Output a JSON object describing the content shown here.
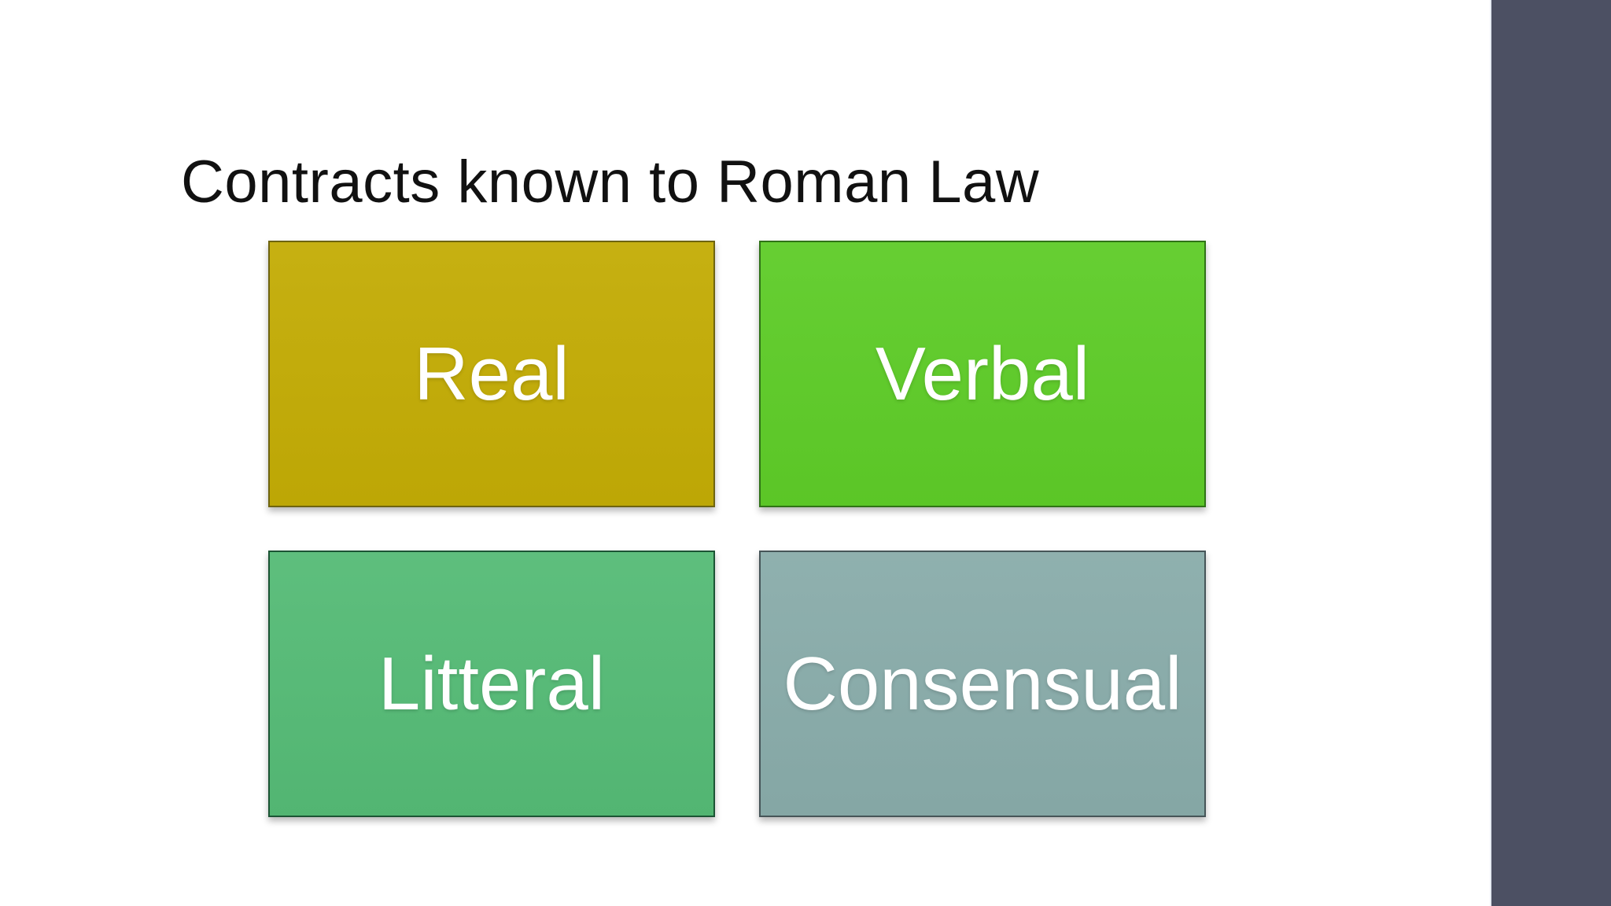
{
  "slide": {
    "title": "Contracts known to Roman Law",
    "title_color": "#111111",
    "background_color": "#FFFFFF",
    "boxes": [
      {
        "label": "Real",
        "fill": "#C3AC05",
        "border": "#6E640F",
        "text_color": "#FFFFFF"
      },
      {
        "label": "Verbal",
        "fill": "#5ECC28",
        "border": "#2F7316",
        "text_color": "#FFFFFF"
      },
      {
        "label": "Litteral",
        "fill": "#55BB76",
        "border": "#1B5434",
        "text_color": "#FFFFFF"
      },
      {
        "label": "Consensual",
        "fill": "#89ACAA",
        "border": "#465558",
        "text_color": "#FFFFFF"
      }
    ]
  },
  "right_panel": {
    "color": "#4C5063"
  }
}
